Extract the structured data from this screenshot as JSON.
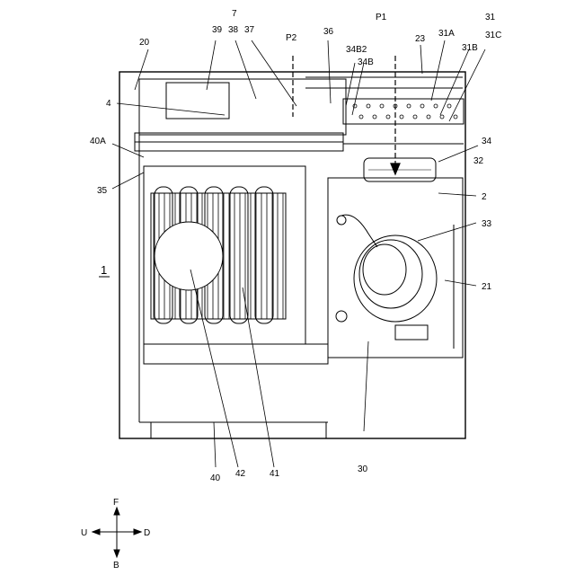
{
  "figure": {
    "main_label": "1",
    "labels": {
      "l2": "2",
      "l4": "4",
      "l7": "7",
      "l20": "20",
      "l21": "21",
      "l23": "23",
      "l30": "30",
      "l31": "31",
      "l31A": "31A",
      "l31B": "31B",
      "l31C": "31C",
      "l32": "32",
      "l33": "33",
      "l34": "34",
      "l34B": "34B",
      "l34B2": "34B2",
      "l35": "35",
      "l36": "36",
      "l37": "37",
      "l38": "38",
      "l39": "39",
      "l40": "40",
      "l40A": "40A",
      "l41": "41",
      "l42": "42",
      "lP1": "P1",
      "lP2": "P2"
    },
    "compass": {
      "forward": "F",
      "back": "B",
      "up": "U",
      "down": "D"
    }
  }
}
